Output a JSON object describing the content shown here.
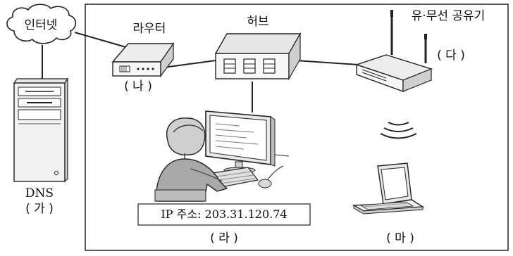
{
  "labels": {
    "internet": "인터넷",
    "router": "라우터",
    "hub": "허브",
    "ap": "유·무선 공유기",
    "dns": "DNS",
    "ga": "( 가 )",
    "na": "( 나 )",
    "da": "( 다 )",
    "ra": "( 라 )",
    "ma": "( 마 )",
    "ip": "IP 주소: 203.31.120.74"
  }
}
